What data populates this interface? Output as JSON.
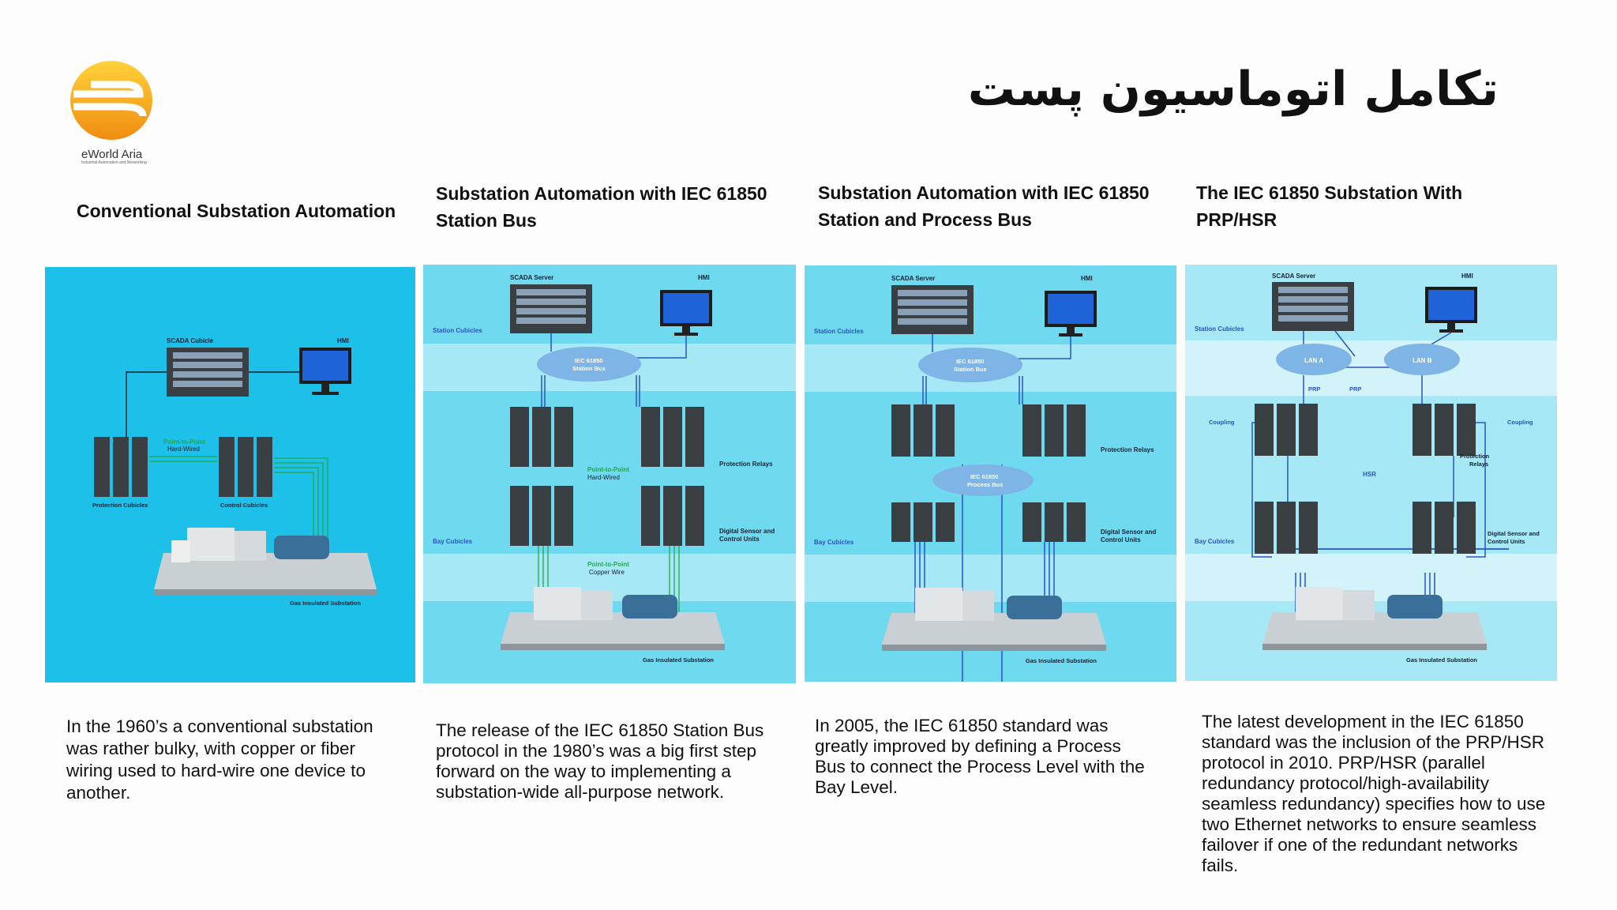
{
  "slide_title": "تکامل اتوماسیون پست",
  "logo": {
    "brand": "eWorld Aria",
    "tagline": "Industrial Automation and Networking",
    "icon": "ewa-logo-icon"
  },
  "columns": [
    {
      "heading": "Conventional Substation Automation",
      "description": "In the 1960’s a conventional substation was rather bulky, with copper or fiber wiring used to hard-wire one device to another.",
      "diagram": {
        "server": "SCADA Cubicle",
        "hmi": "HMI",
        "link": "Point-to-Point",
        "link2": "Hard-Wired",
        "left_group": "Protection Cubicles",
        "right_group": "Control Cubicles",
        "substation": "Gas Insulated Substation"
      }
    },
    {
      "heading": "Substation Automation with IEC 61850 Station Bus",
      "description": "The release of the IEC 61850 Station Bus protocol in the 1980’s was a big first step forward on the way to implementing a substation-wide all-purpose network.",
      "diagram": {
        "server": "SCADA Server",
        "hmi": "HMI",
        "zone1": "Station Cubicles",
        "zone2": "Bay Cubicles",
        "cloud": "IEC 61850",
        "cloud2": "Station Bus",
        "ptp1": "Point-to-Point",
        "ptp1b": "Hard-Wired",
        "ptp2": "Point-to-Point",
        "ptp2b": "Copper Wire",
        "relays": "Protection Relays",
        "dsu": "Digital Sensor and",
        "dsu2": "Control Units",
        "substation": "Gas Insulated Substation"
      }
    },
    {
      "heading": "Substation Automation with IEC 61850 Station and Process Bus",
      "description": "In 2005, the IEC 61850 standard was greatly improved by defining a Process Bus to connect the Process Level with the Bay Level.",
      "diagram": {
        "server": "SCADA Server",
        "hmi": "HMI",
        "zone1": "Station Cubicles",
        "zone2": "Bay Cubicles",
        "cloud": "IEC 61850",
        "cloud2": "Station Bus",
        "pcloud": "IEC 61850",
        "pcloud2": "Process Bus",
        "relays": "Protection Relays",
        "dsu": "Digital Sensor and",
        "dsu2": "Control Units",
        "substation": "Gas Insulated Substation"
      }
    },
    {
      "heading": "The IEC 61850 Substation With PRP/HSR",
      "description": "The latest development in the IEC 61850 standard was the inclusion of the PRP/HSR protocol in 2010. PRP/HSR (parallel redundancy protocol/high-availability seamless redundancy) specifies how to use two Ethernet networks to ensure seamless failover if one of the redundant networks fails.",
      "diagram": {
        "server": "SCADA Server",
        "hmi": "HMI",
        "zone1": "Station Cubicles",
        "zone2": "Bay Cubicles",
        "lan_a": "LAN A",
        "lan_b": "LAN B",
        "prp": "PRP",
        "coupling": "Coupling",
        "hsr": "HSR",
        "relays": "Protection",
        "relays2": "Relays",
        "dsu": "Digital Sensor and",
        "dsu2": "Control Units",
        "substation": "Gas Insulated Substation"
      }
    }
  ],
  "colors": {
    "panel_cyan": "#1cc0e8",
    "panel_light": "#6fd9f0",
    "band": "#a7e8f6",
    "link_green": "#22a84a",
    "link_blue": "#2a55c0"
  }
}
